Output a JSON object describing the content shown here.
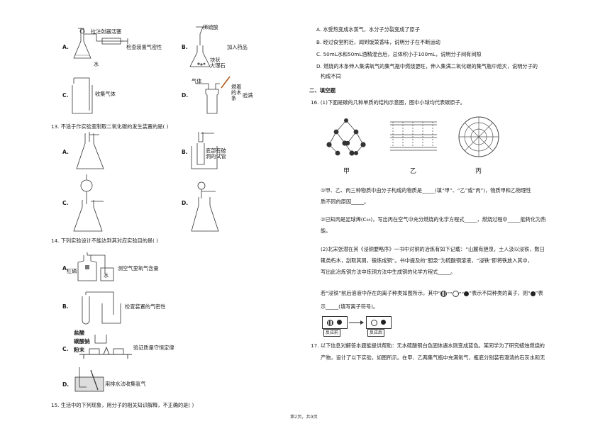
{
  "left": {
    "q12_items": [
      {
        "letter": "A.",
        "caption": "检查装置气密性",
        "label1": "拉注射器活塞",
        "label2": "水"
      },
      {
        "letter": "B.",
        "caption": "加入药品",
        "label1": "稀硫酸",
        "label2": "块状",
        "label3": "大理石"
      },
      {
        "letter": "C.",
        "caption": "收集气体"
      },
      {
        "letter": "D.",
        "caption": "验满",
        "label1": "气体",
        "label2": "燃着",
        "label3": "的木",
        "label4": "条"
      }
    ],
    "q13": {
      "stem": "13.  不适于作实验室制取二氧化碳的发生装置的是(    )",
      "letters": [
        "A.",
        "B.",
        "C.",
        "D."
      ],
      "b_label1": "底部有破",
      "b_label2": "洞的试管"
    },
    "q14": {
      "stem": "14.  下列实验设计不能达到其对应实验目的是(    )",
      "items": [
        {
          "letter": "A.",
          "caption": "测空气里氧气含量",
          "label1": "红磷",
          "label2": "水"
        },
        {
          "letter": "B.",
          "caption": "检查装置的气密性"
        },
        {
          "letter": "C.",
          "caption": "验证质量守恒定律",
          "label1": "盐酸",
          "label2": "碳酸钠",
          "label3": "粉末"
        },
        {
          "letter": "D.",
          "caption": "用排水法收集氢气"
        }
      ]
    },
    "q15_stem": "15.  生活中的下列现象，用分子的相关知识解释，不正确的是(    )"
  },
  "right": {
    "q15_options": [
      "A.  水受热变成水蒸气，水分子分裂变成了原子",
      "B.  经过食堂附近，闻到饭菜香味，说明分子在不断运动",
      "C.  50mL水和50mL酒精混合后，总体积小于100mL，说明分子间有间隙"
    ],
    "q15_d_line1": "D.  燃烧的木条伸入集满氧气的集气瓶中燃烧更旺，伸入集满二氧化碳的集气瓶中熄灭，说明分子的",
    "q15_d_line2": "构成不同",
    "section2": "二、填空题",
    "q16_stem": "16.  (1)下面是碳的几种单质的结构示意图，图中小球均代表碳原子。",
    "mol_labels": [
      "甲",
      "乙",
      "丙"
    ],
    "q16_1_line1": "①甲、乙、丙三种物质中由分子构成的物质是_____(填“甲”、“乙”或“丙”)，物质甲和乙物理性",
    "q16_1_line2": "质不同的原因_____。",
    "q16_2_line1": "②已知丙是足球烯(C₆₀)，写出丙在空气中充分燃烧的化学方程式_____，燃烧过程中_____能转化为热",
    "q16_2_line2": "能。",
    "q16_p2_line1": "(2)北宋张潜在其《浸铜要略序》一书中对铜的冶炼有如下记载：“山麓有胆泉，土人汲以浸铁，数日",
    "q16_p2_line2": "辄类朽木，刮取其屑，锻练成铜”。书中提及的“胆泉”为硫酸铜溶液，“浸铁”即将铁放入其中，",
    "q16_p2_line3": "写出此冶炼铜方法中炼铜方法中生成铜的化学方程式_____。",
    "q16_p3_line1a": "若“浸铁”前后溶液中存在的离子种类如图所示，其中“",
    "q16_p3_line1b": "”“",
    "q16_p3_line1c": "”“",
    "q16_p3_line1d": "”表示不同种类的离子，则“",
    "q16_p3_line1e": "”表",
    "q16_p3_line2": "示_____(填写离子符号)。",
    "ion_before": "反应前",
    "ion_after": "反应后",
    "q17_line1": "17.  以下信息对解答本题能提供帮助：无水硫酸铜白色固体遇水则变成蓝色。某同学为了研究蜡烛燃烧的",
    "q17_line2": "产物，设计了以下实验，如图所示。在甲、乙两集气瓶中充满氧气，瓶底分别装有澄清的石灰水和无"
  },
  "footer": "第2页，共9页"
}
